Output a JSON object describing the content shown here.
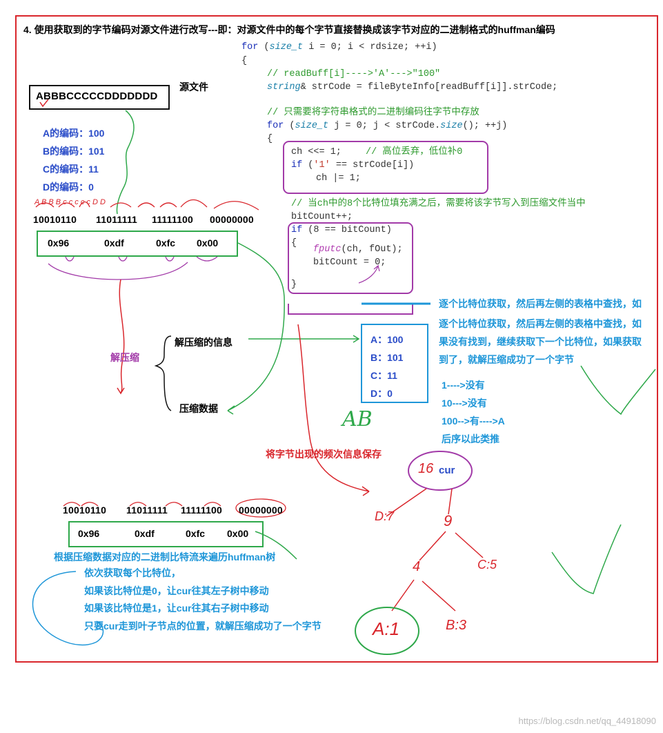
{
  "title": "4. 使用获取到的字节编码对源文件进行改写---即：对源文件中的每个字节直接替换成该字节对应的二进制格式的huffman编码",
  "source": {
    "label": "源文件",
    "text": "ABBBCCCCCDDDDDDD"
  },
  "codes": [
    "A的编码：100",
    "B的编码：101",
    "C的编码：11",
    "D的编码：0"
  ],
  "bitstream": [
    "10010110",
    "11011111",
    "11111100",
    "00000000"
  ],
  "hex_bytes": [
    "0x96",
    "0xdf",
    "0xfc",
    "0x00"
  ],
  "code_lines": {
    "l0": "for (size_t i = 0; i < rdsize; ++i)",
    "l1": "{",
    "l2": "// readBuff[i]---->'A'--->\"100\"",
    "l3": "string& strCode = fileByteInfo[readBuff[i]].strCode;",
    "l4": "// 只需要将字符串格式的二进制编码往字节中存放",
    "l5": "for (size_t j = 0; j < strCode.size(); ++j)",
    "l6": "{",
    "l7a": "ch <<= 1;",
    "l7b": "// 高位丢弃，低位补0",
    "l8": "if ('1' == strCode[i])",
    "l9": "ch |= 1;",
    "l10": "// 当ch中的8个比特位填充满之后，需要将该字节写入到压缩文件当中",
    "l11": "bitCount++;",
    "l12": "if (8 == bitCount)",
    "l13": "{",
    "l14": "fputc(ch, fOut);",
    "l15": "bitCount = 0;",
    "l16": "}"
  },
  "file_structure": {
    "decompress_label": "解压缩",
    "info": "解压缩的信息",
    "data": "压缩数据"
  },
  "table": [
    "A：100",
    "B：101",
    "C：11",
    "D：0"
  ],
  "lookup_note": {
    "line1": "逐个比特位获取，然后再左侧的表格中查找，如",
    "line2": "逐个比特位获取，然后再左侧的表格中查找，如",
    "line3": "果没有找到，继续获取下一个比特位，如果获取",
    "line4": "到了，就解压缩成功了一个字节",
    "steps": [
      "1---->没有",
      "10--->没有",
      "100-->有---->A",
      "后序以此类推"
    ]
  },
  "freq_note": "将字节出现的频次信息保存",
  "tree": {
    "cur": "cur",
    "root": "16",
    "nodes": [
      "D:7",
      "9",
      "4",
      "C:5",
      "A:1",
      "B:3"
    ],
    "handwritten": "AB"
  },
  "bottom": {
    "bitstream": [
      "10010110",
      "11011111",
      "11111100",
      "00000000"
    ],
    "hex_bytes": [
      "0x96",
      "0xdf",
      "0xfc",
      "0x00"
    ],
    "heading": "根据压缩数据对应的二进制比特流来遍历huffman树",
    "steps": [
      "依次获取每个比特位，",
      "如果该比特位是0，让cur往其左子树中移动",
      "如果该比特位是1，让cur往其右子树中移动",
      "只要cur走到叶子节点的位置，就解压缩成功了一个字节"
    ]
  },
  "watermark": "https://blog.csdn.net/qq_44918090"
}
